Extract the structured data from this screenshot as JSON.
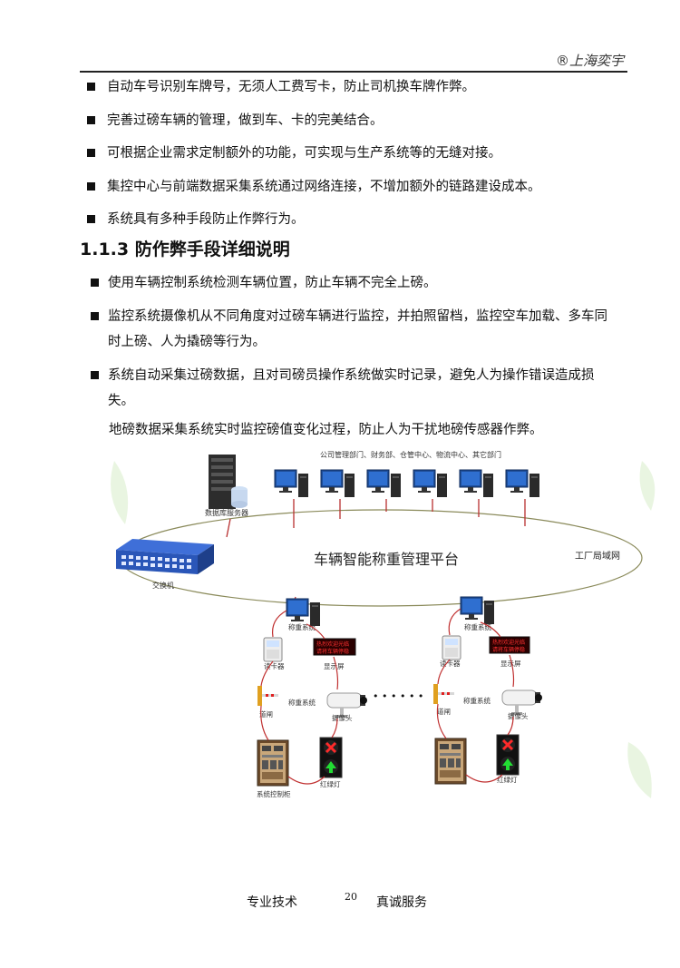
{
  "header": {
    "brand": "®上海奕宇"
  },
  "features": [
    "自动车号识别车牌号，无须人工费写卡，防止司机换车牌作弊。",
    "完善过磅车辆的管理，做到车、卡的完美结合。",
    "可根据企业需求定制额外的功能，可实现与生产系统等的无缝对接。",
    "集控中心与前端数据采集系统通过网络连接，不增加额外的链路建设成本。",
    "系统具有多种手段防止作弊行为。"
  ],
  "section": {
    "number": "1.1.3",
    "title": "防作弊手段详细说明"
  },
  "anti_cheat": [
    "使用车辆控制系统检测车辆位置，防止车辆不完全上磅。",
    "监控系统摄像机从不同角度对过磅车辆进行监控，并拍照留档，监控空车加载、多车同时上磅、人为撬磅等行为。",
    "系统自动采集过磅数据，且对司磅员操作系统做实时记录，避免人为操作错误造成损失。"
  ],
  "paragraph": "地磅数据采集系统实时监控磅值变化过程，防止人为干扰地磅传感器作弊。",
  "diagram": {
    "departments": "公司管理部门、财务部、仓管中心、物流中心、其它部门",
    "db_server": "数据库服务器",
    "platform": "车辆智能称重管理平台",
    "lan": "工厂局域网",
    "switch": "交换机",
    "weighing_system": "称重系统",
    "card_reader": "读卡器",
    "display_screen": "显示屏",
    "led_text_line1": "热烈欢迎光临",
    "led_text_line2": "请将车辆停稳",
    "gate": "道闸",
    "camera": "摄像头",
    "traffic_light": "红绿灯",
    "control_cabinet": "系统控制柜",
    "ellipsis": "• • • • • •"
  },
  "footer": {
    "left": "专业技术",
    "page": "20",
    "right": "真诚服务"
  }
}
